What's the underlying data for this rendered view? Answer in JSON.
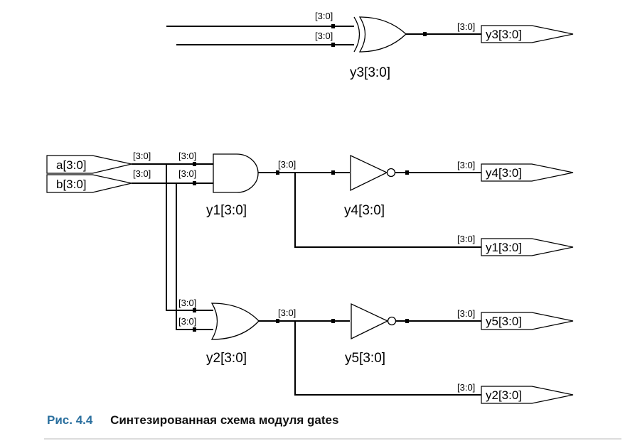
{
  "diagram": {
    "inputs": [
      {
        "id": "a",
        "label": "a[3:0]"
      },
      {
        "id": "b",
        "label": "b[3:0]"
      }
    ],
    "outputs": [
      {
        "id": "y3",
        "label": "y3[3:0]"
      },
      {
        "id": "y4",
        "label": "y4[3:0]"
      },
      {
        "id": "y1",
        "label": "y1[3:0]"
      },
      {
        "id": "y5",
        "label": "y5[3:0]"
      },
      {
        "id": "y2",
        "label": "y2[3:0]"
      }
    ],
    "gates": [
      {
        "id": "y3",
        "type": "xor",
        "label": "y3[3:0]"
      },
      {
        "id": "y1",
        "type": "and",
        "label": "y1[3:0]"
      },
      {
        "id": "y4",
        "type": "not",
        "label": "y4[3:0]"
      },
      {
        "id": "y2",
        "type": "or",
        "label": "y2[3:0]"
      },
      {
        "id": "y5",
        "type": "not",
        "label": "y5[3:0]"
      }
    ],
    "bus_width_label": "[3:0]",
    "colors": {
      "wire": "#000000",
      "caption_number": "#2a6f9e"
    }
  },
  "caption": {
    "number": "Рис. 4.4",
    "text": "Синтезированная схема модуля gates"
  }
}
